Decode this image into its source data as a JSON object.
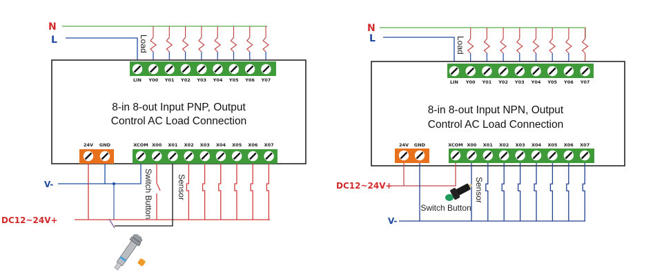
{
  "colors": {
    "neutral_wire": "#5aab4a",
    "live_wire": "#1f4aa0",
    "red_wire": "#d03a3a",
    "blue_wire": "#1f3f8f",
    "terminal_green": "#3f9b3a",
    "terminal_orange": "#e8711e",
    "black_wire": "#111111"
  },
  "diagrams": [
    {
      "id": "pnp",
      "title_line1": "8-in 8-out Input PNP, Output",
      "title_line2": "Control AC Load Connection",
      "label_N": "N",
      "label_L": "L",
      "label_load": "Load",
      "output_terminals": [
        "LIN",
        "Y00",
        "Y01",
        "Y02",
        "Y03",
        "Y04",
        "Y05",
        "Y06",
        "Y07"
      ],
      "power_terminals": [
        "24V",
        "GND"
      ],
      "input_terminals": [
        "XCOM",
        "X00",
        "X01",
        "X02",
        "X03",
        "X04",
        "X05",
        "X06",
        "X07"
      ],
      "label_v_minus": "V-",
      "label_dc": "DC12~24V+",
      "label_switch": "Switch Button",
      "label_sensor": "Sensor"
    },
    {
      "id": "npn",
      "title_line1": "8-in 8-out Input NPN, Output",
      "title_line2": "Control AC Load Connection",
      "label_N": "N",
      "label_L": "L",
      "label_load": "Load",
      "output_terminals": [
        "LIN",
        "Y00",
        "Y01",
        "Y02",
        "Y03",
        "Y04",
        "Y05",
        "Y06",
        "Y07"
      ],
      "power_terminals": [
        "24V",
        "GND"
      ],
      "input_terminals": [
        "XCOM",
        "X00",
        "X01",
        "X02",
        "X03",
        "X04",
        "X05",
        "X06",
        "X07"
      ],
      "label_v_minus": "V-",
      "label_dc": "DC12~24V+",
      "label_switch": "Switch Button",
      "label_sensor": "Sensor"
    }
  ]
}
